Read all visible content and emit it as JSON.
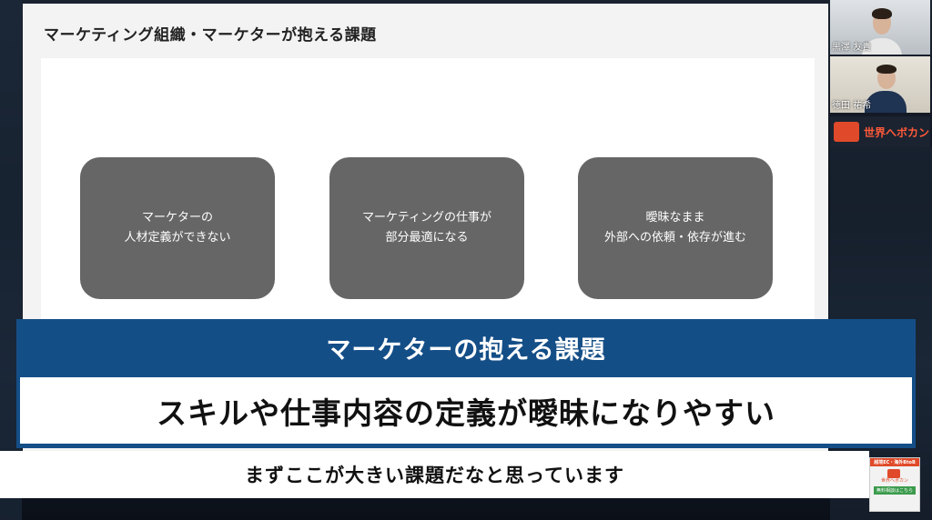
{
  "slide": {
    "title": "マーケティング組織・マーケターが抱える課題",
    "boxes": [
      {
        "line1": "マーケターの",
        "line2": "人材定義ができない"
      },
      {
        "line1": "マーケティングの仕事が",
        "line2": "部分最適になる"
      },
      {
        "line1": "曖昧なまま",
        "line2": "外部への依頼・依存が進む"
      }
    ]
  },
  "participants": [
    {
      "name": "黒澤 友貴"
    },
    {
      "name": "徳田 祐希"
    }
  ],
  "brand": {
    "name": "世界へボカン"
  },
  "telop": {
    "header": "マーケターの抱える課題",
    "body": "スキルや仕事内容の定義が曖昧になりやすい"
  },
  "subtitle": "まずここが大きい課題だなと思っています",
  "ad": {
    "top": "越境EC・海外BtoB",
    "brand": "世界へボカン",
    "button": "無料相談はこちら"
  },
  "colors": {
    "telop_blue": "#144e87",
    "box_gray": "#666666",
    "brand_red": "#e04a2a"
  }
}
